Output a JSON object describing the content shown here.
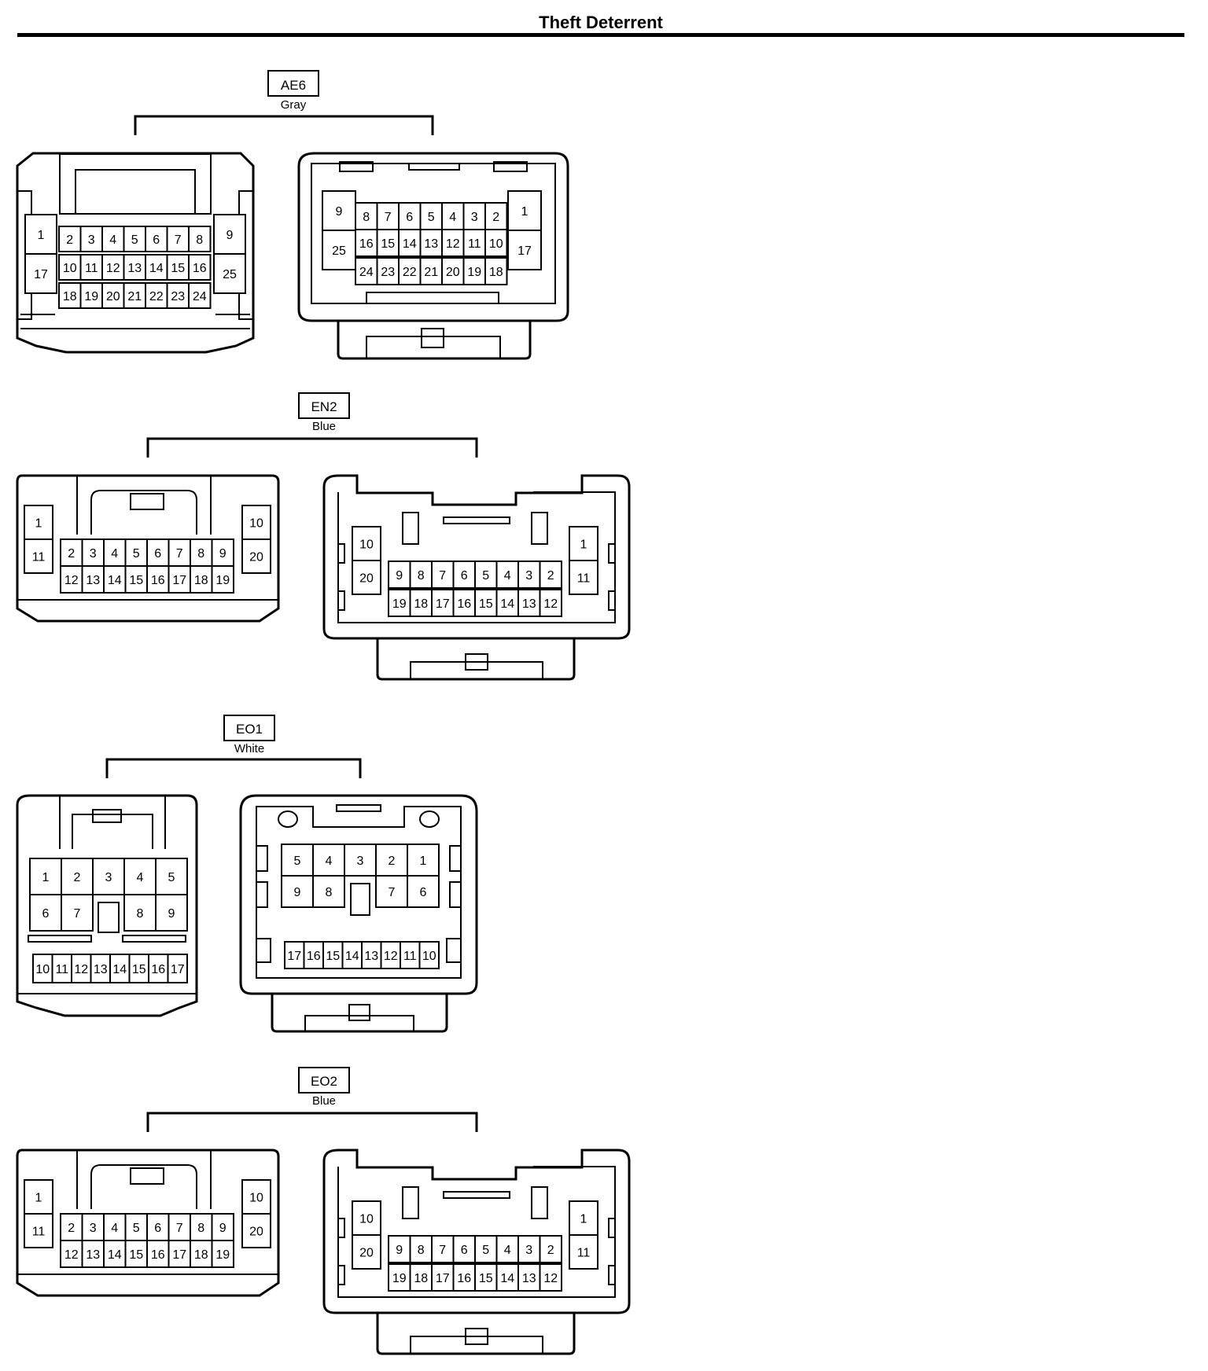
{
  "title": "Theft Deterrent",
  "connectors": [
    {
      "code": "AE6",
      "color": "Gray",
      "left": {
        "top": [
          {
            "n": "1",
            "w": 1,
            "r": 2
          },
          {
            "n": "2"
          },
          {
            "n": "3"
          },
          {
            "n": "4"
          },
          {
            "n": "5"
          },
          {
            "n": "6"
          },
          {
            "n": "7"
          },
          {
            "n": "8"
          },
          {
            "n": "9",
            "w": 1,
            "r": 2
          }
        ],
        "middle": [
          {
            "n": "17",
            "w": 1,
            "r": 2
          },
          {
            "n": "10"
          },
          {
            "n": "11"
          },
          {
            "n": "12"
          },
          {
            "n": "13"
          },
          {
            "n": "14"
          },
          {
            "n": "15"
          },
          {
            "n": "16"
          },
          {
            "n": "25",
            "w": 1,
            "r": 2
          }
        ],
        "bottom": [
          "18",
          "19",
          "20",
          "21",
          "22",
          "23",
          "24"
        ]
      },
      "right": {
        "side_left": [
          "9",
          "25"
        ],
        "top": [
          "8",
          "7",
          "6",
          "5",
          "4",
          "3",
          "2"
        ],
        "middle": [
          "16",
          "15",
          "14",
          "13",
          "12",
          "11",
          "10"
        ],
        "bottom": [
          "24",
          "23",
          "22",
          "21",
          "20",
          "19",
          "18"
        ],
        "side_right": [
          "1",
          "17"
        ]
      }
    },
    {
      "code": "EN2",
      "color": "Blue",
      "left": {
        "side_left": [
          "1",
          "11"
        ],
        "top": [
          "2",
          "3",
          "4",
          "5",
          "6",
          "7",
          "8",
          "9"
        ],
        "bottom": [
          "12",
          "13",
          "14",
          "15",
          "16",
          "17",
          "18",
          "19"
        ],
        "side_right": [
          "10",
          "20"
        ]
      },
      "right": {
        "side_left": [
          "10",
          "20"
        ],
        "top": [
          "9",
          "8",
          "7",
          "6",
          "5",
          "4",
          "3",
          "2"
        ],
        "bottom": [
          "19",
          "18",
          "17",
          "16",
          "15",
          "14",
          "13",
          "12"
        ],
        "side_right": [
          "1",
          "11"
        ]
      }
    },
    {
      "code": "EO1",
      "color": "White",
      "left": {
        "top": [
          "1",
          "2",
          "3",
          "4",
          "5"
        ],
        "middle": [
          "6",
          "7",
          "",
          "8",
          "9"
        ],
        "bottom": [
          "10",
          "11",
          "12",
          "13",
          "14",
          "15",
          "16",
          "17"
        ]
      },
      "right": {
        "top": [
          "5",
          "4",
          "3",
          "2",
          "1"
        ],
        "middle": [
          "9",
          "8",
          "",
          "7",
          "6"
        ],
        "bottom": [
          "17",
          "16",
          "15",
          "14",
          "13",
          "12",
          "11",
          "10"
        ]
      }
    },
    {
      "code": "EO2",
      "color": "Blue",
      "left": {
        "side_left": [
          "1",
          "11"
        ],
        "top": [
          "2",
          "3",
          "4",
          "5",
          "6",
          "7",
          "8",
          "9"
        ],
        "bottom": [
          "12",
          "13",
          "14",
          "15",
          "16",
          "17",
          "18",
          "19"
        ],
        "side_right": [
          "10",
          "20"
        ]
      },
      "right": {
        "side_left": [
          "10",
          "20"
        ],
        "top": [
          "9",
          "8",
          "7",
          "6",
          "5",
          "4",
          "3",
          "2"
        ],
        "bottom": [
          "19",
          "18",
          "17",
          "16",
          "15",
          "14",
          "13",
          "12"
        ],
        "side_right": [
          "1",
          "11"
        ]
      }
    }
  ]
}
